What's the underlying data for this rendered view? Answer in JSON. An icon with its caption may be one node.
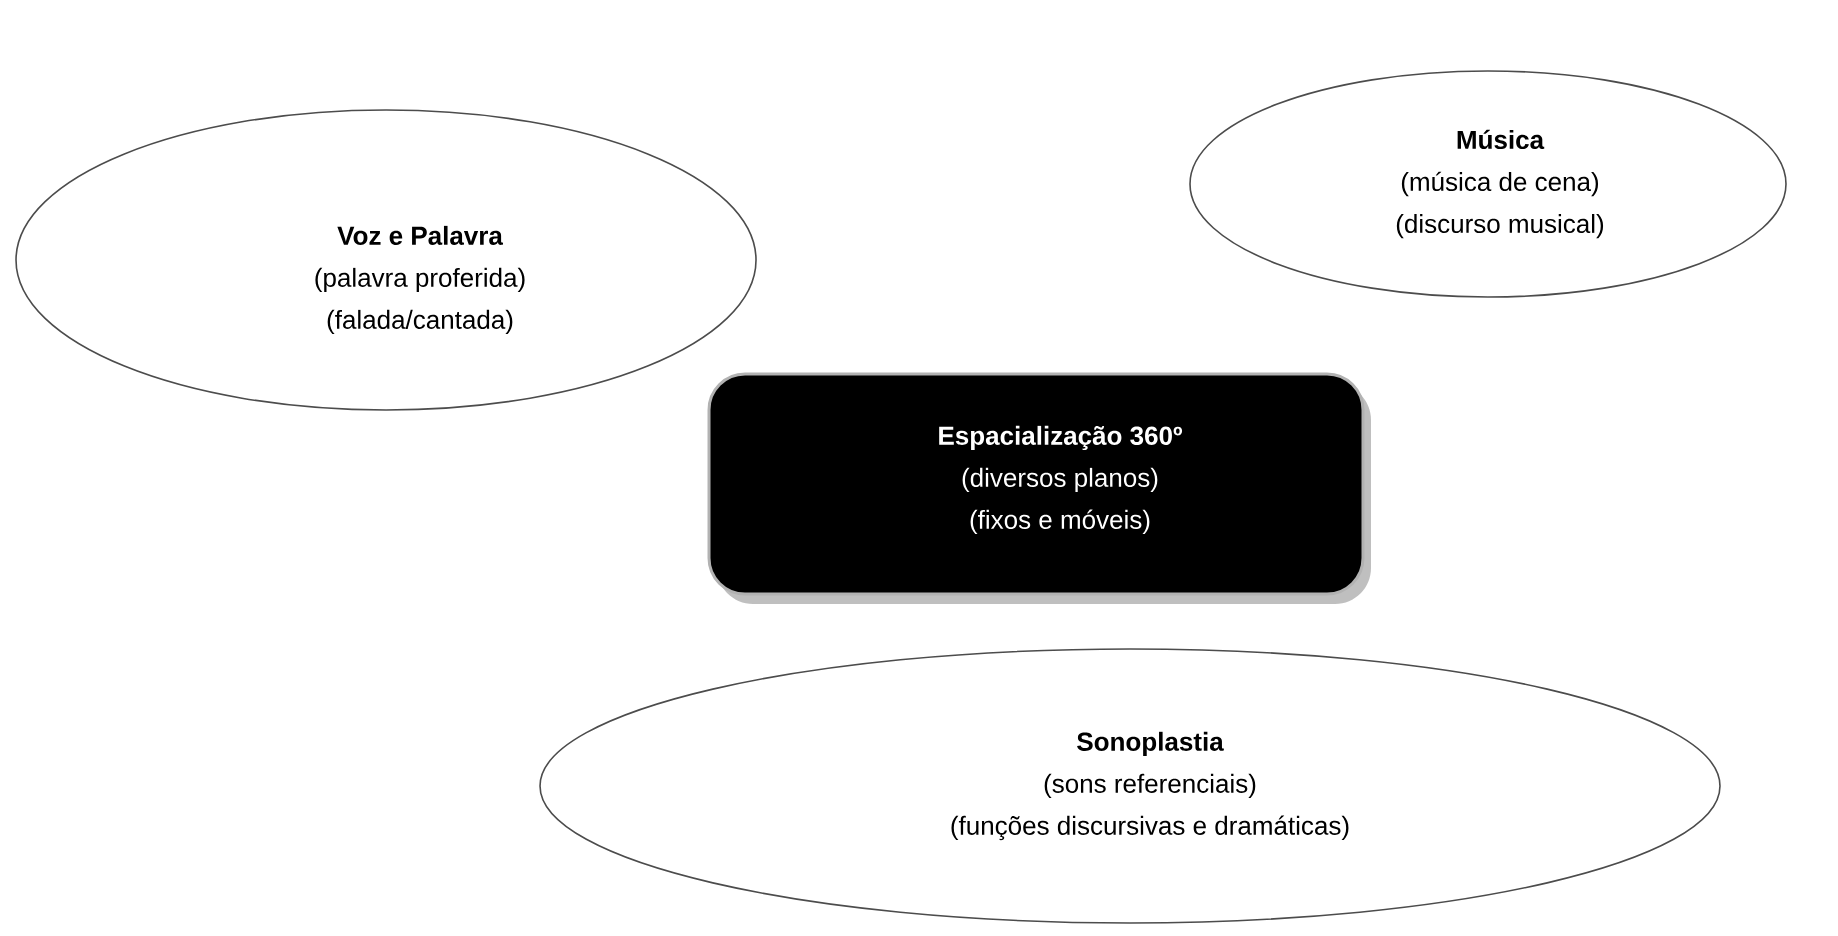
{
  "diagram": {
    "nodes": [
      {
        "text": [
          "Voz e Palavra",
          "(palavra proferida)",
          "(falada/cantada)"
        ]
      },
      {
        "text": [
          "Música",
          "(música de cena)",
          "(discurso musical)"
        ]
      },
      {
        "text": [
          "Espacialização 360º",
          "(diversos planos)",
          "(fixos e móveis)"
        ]
      },
      {
        "text": [
          "Sonoplastia",
          "(sons referenciais)",
          "(funções discursivas e dramáticas)"
        ]
      }
    ]
  }
}
